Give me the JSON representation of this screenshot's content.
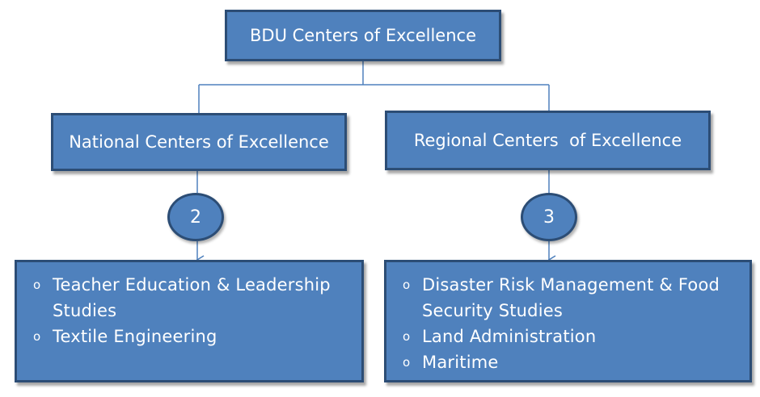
{
  "diagram": {
    "root": {
      "label": "BDU Centers of Excellence"
    },
    "branches": [
      {
        "title": "National Centers of Excellence",
        "count": "2",
        "items": [
          "Teacher Education & Leadership Studies",
          "Textile Engineering"
        ]
      },
      {
        "title": "Regional Centers  of Excellence",
        "count": "3",
        "items": [
          "Disaster Risk Management & Food Security Studies",
          "Land Administration",
          "Maritime"
        ]
      }
    ],
    "bullet_glyph": "o"
  },
  "colors": {
    "box_fill": "#4f81bd",
    "box_border": "#2c4d75",
    "connector": "#4f81bd",
    "text": "#ffffff"
  }
}
